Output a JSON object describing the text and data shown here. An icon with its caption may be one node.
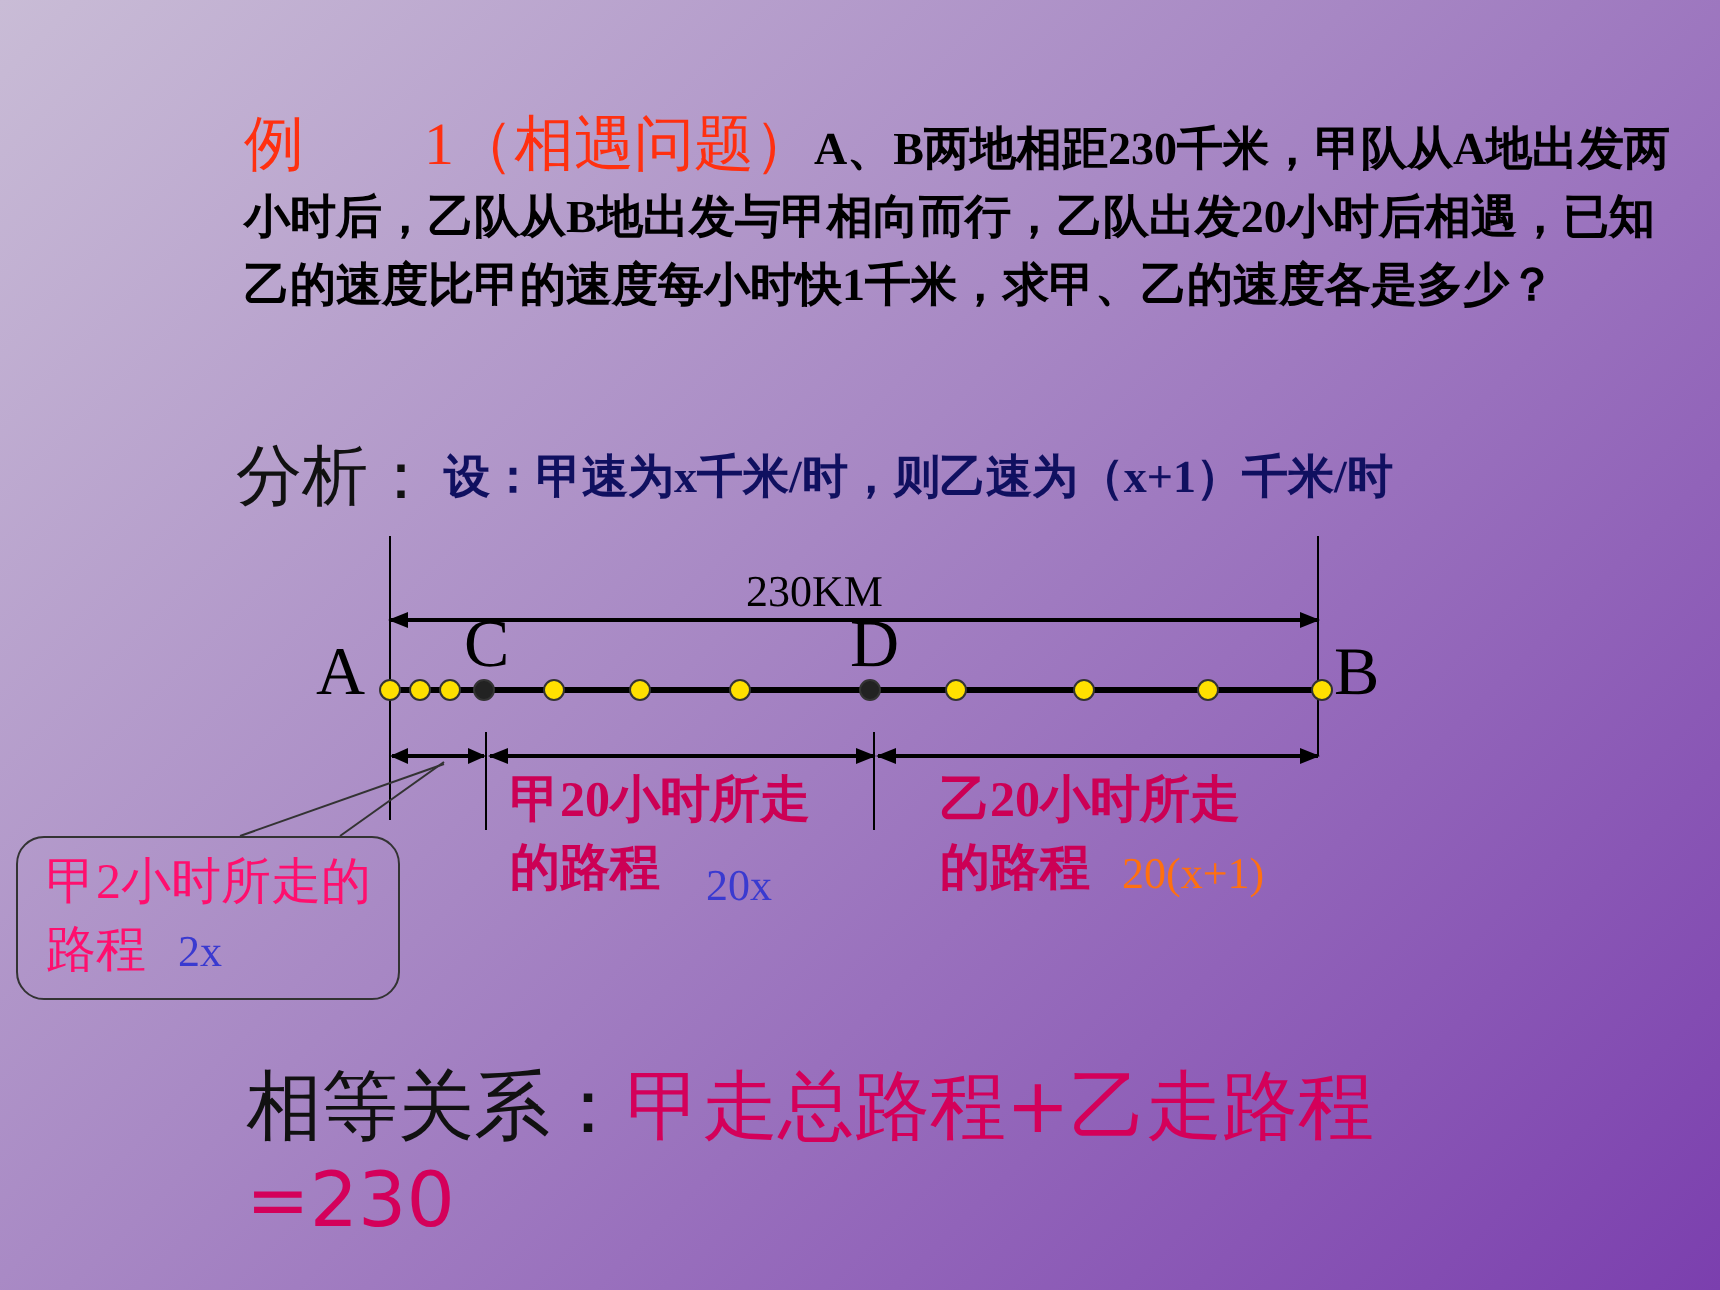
{
  "diagram": {
    "nodes": [
      {
        "text": [
          "甲2小时所走的路程",
          "2x"
        ]
      },
      {
        "text": [],
        "shape": "bar"
      }
    ],
    "edges": [
      {
        "from": 0,
        "to": 1,
        "arrow": "none"
      }
    ],
    "labels": [
      "例　　1（相遇问题）",
      "A、B两地相距230千米，甲队从A地出发两小时后，乙队从B地出发与甲相向而行，乙队出发20小时后相遇，已知乙的速度比甲的速度每小时快1千米，求甲、乙的速度各是多少？",
      "分析：",
      "设：甲速为x千米/时，则乙速为（x+1）千米/时",
      "230KM",
      "A",
      "C",
      "D",
      "B",
      "甲20小时所走的**路程**",
      "20x",
      "乙20小时所走的**路程**",
      "20(x+1)",
      "相等关系：",
      "甲走总路程+乙走路程=230"
    ]
  }
}
